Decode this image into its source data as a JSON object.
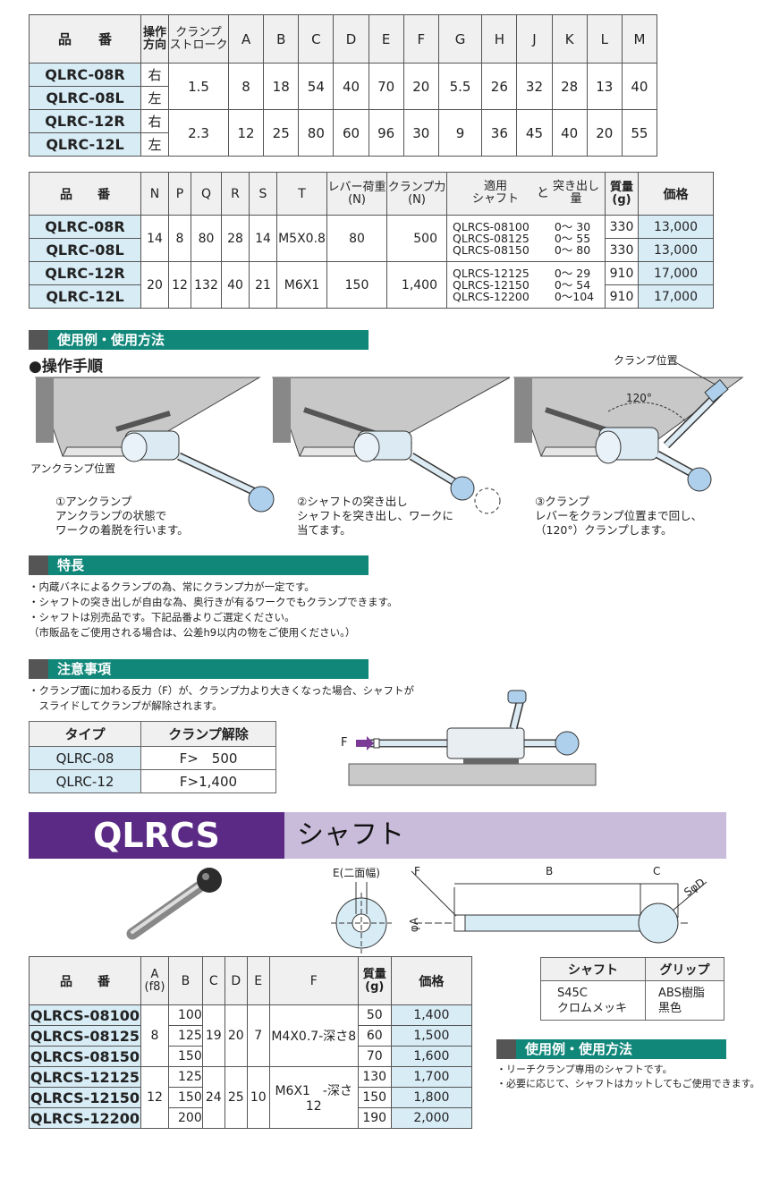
{
  "table1": {
    "headers": [
      "品　　番",
      "操作\n方向",
      "クランプ\nストローク",
      "A",
      "B",
      "C",
      "D",
      "E",
      "F",
      "G",
      "H",
      "J",
      "K",
      "L",
      "M"
    ],
    "rows": [
      {
        "pn": "QLRC-08R",
        "dir": "右"
      },
      {
        "pn": "QLRC-08L",
        "dir": "左"
      },
      {
        "pn": "QLRC-12R",
        "dir": "右"
      },
      {
        "pn": "QLRC-12L",
        "dir": "左"
      }
    ],
    "groups": [
      {
        "stroke": "1.5",
        "vals": [
          "8",
          "18",
          "54",
          "40",
          "70",
          "20",
          "5.5",
          "26",
          "32",
          "28",
          "13",
          "40"
        ]
      },
      {
        "stroke": "2.3",
        "vals": [
          "12",
          "25",
          "80",
          "60",
          "96",
          "30",
          "9",
          "36",
          "45",
          "40",
          "20",
          "55"
        ]
      }
    ]
  },
  "table2": {
    "headers": [
      "品　　番",
      "N",
      "P",
      "Q",
      "R",
      "S",
      "T",
      "レバー荷重\n(N)",
      "クランプ力\n(N)",
      "適用\nシャフト",
      "と",
      "突き出し\n量",
      "質量\n(g)",
      "価格"
    ],
    "rows": [
      "QLRC-08R",
      "QLRC-08L",
      "QLRC-12R",
      "QLRC-12L"
    ],
    "groups": [
      {
        "vals": [
          "14",
          "8",
          "80",
          "28",
          "14",
          "M5X0.8",
          "80",
          "500"
        ],
        "shafts": [
          "QLRCS-08100",
          "QLRCS-08125",
          "QLRCS-08150"
        ],
        "protrude": [
          "0～ 30",
          "0～ 55",
          "0～ 80"
        ]
      },
      {
        "vals": [
          "20",
          "12",
          "132",
          "40",
          "21",
          "M6X1",
          "150",
          "1,400"
        ],
        "shafts": [
          "QLRCS-12125",
          "QLRCS-12150",
          "QLRCS-12200"
        ],
        "protrude": [
          "0～ 29",
          "0～ 54",
          "0～104"
        ]
      }
    ],
    "mass": [
      "330",
      "330",
      "910",
      "910"
    ],
    "price": [
      "13,000",
      "13,000",
      "17,000",
      "17,000"
    ]
  },
  "usage": {
    "heading": "使用例・使用方法",
    "sub": "●操作手順",
    "clamp_pos_label": "クランプ位置",
    "unclamp_pos_label": "アンクランプ位置",
    "angle_label": "120°",
    "steps": [
      {
        "title": "①アンクランプ",
        "body": "アンクランプの状態で\nワークの着脱を行います。"
      },
      {
        "title": "②シャフトの突き出し",
        "body": "シャフトを突き出し、ワークに\n当てます。"
      },
      {
        "title": "③クランプ",
        "body": "レバーをクランプ位置まで回し、\n（120°）クランプします。"
      }
    ]
  },
  "features": {
    "heading": "特長",
    "lines": [
      "・内蔵バネによるクランプの為、常にクランプ力が一定です。",
      "・シャフトの突き出しが自由な為、奥行きが有るワークでもクランプできます。",
      "・シャフトは別売品です。下記品番よりご選定ください。",
      "（市販品をご使用される場合は、公差h9以内の物をご使用ください。）"
    ]
  },
  "caution": {
    "heading": "注意事項",
    "lines": [
      "・クランプ面に加わる反力（F）が、クランプ力より大きくなった場合、シャフトが",
      "　スライドしてクランプが解除されます。"
    ],
    "table_headers": [
      "タイプ",
      "クランプ解除"
    ],
    "rows": [
      [
        "QLRC-08",
        "F>　500"
      ],
      [
        "QLRC-12",
        "F>1,400"
      ]
    ],
    "force_label": "F"
  },
  "banner": {
    "code": "QLRCS",
    "name": "シャフト"
  },
  "shaft_drawing": {
    "e_label": "E(二面幅)",
    "f_label": "F",
    "b_label": "B",
    "c_label": "C",
    "a_label": "φA",
    "d_label": "SφD"
  },
  "table3": {
    "headers": [
      "品　　番",
      "A\n(f8)",
      "B",
      "C",
      "D",
      "E",
      "F",
      "質量\n(g)",
      "価格"
    ],
    "rows": [
      {
        "pn": "QLRCS-08100",
        "b": "100",
        "mass": "50",
        "price": "1,400"
      },
      {
        "pn": "QLRCS-08125",
        "b": "125",
        "mass": "60",
        "price": "1,500"
      },
      {
        "pn": "QLRCS-08150",
        "b": "150",
        "mass": "70",
        "price": "1,600"
      },
      {
        "pn": "QLRCS-12125",
        "b": "125",
        "mass": "130",
        "price": "1,700"
      },
      {
        "pn": "QLRCS-12150",
        "b": "150",
        "mass": "150",
        "price": "1,800"
      },
      {
        "pn": "QLRCS-12200",
        "b": "200",
        "mass": "190",
        "price": "2,000"
      }
    ],
    "groups": [
      {
        "a": "8",
        "c": "19",
        "d": "20",
        "e": "7",
        "f": "M4X0.7-深さ8"
      },
      {
        "a": "12",
        "c": "24",
        "d": "25",
        "e": "10",
        "f": "M6X1　-深さ12"
      }
    ]
  },
  "material": {
    "headers": [
      "シャフト",
      "グリップ"
    ],
    "cells": [
      "S45C\nクロムメッキ",
      "ABS樹脂\n黒色"
    ]
  },
  "usage2": {
    "heading": "使用例・使用方法",
    "lines": [
      "・リーチクランプ専用のシャフトです。",
      "・必要に応じて、シャフトはカットしてもご使用できます。"
    ]
  }
}
